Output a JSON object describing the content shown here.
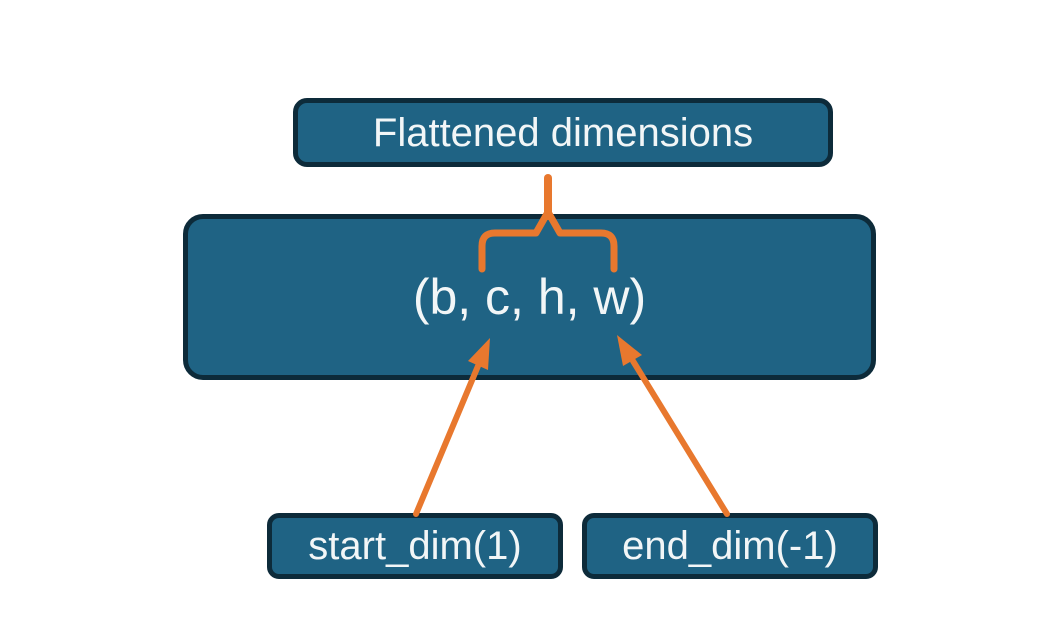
{
  "theme": {
    "background": "#FFFFFF",
    "node_fill": "#1F6384",
    "node_border": "#0D2B3A",
    "text_color": "#F2F6F7",
    "connector_color": "#E8782E"
  },
  "nodes": {
    "flattened": {
      "label": "Flattened dimensions"
    },
    "shape": {
      "label": "(b, c, h, w)"
    },
    "start_dim": {
      "label": "start_dim(1)"
    },
    "end_dim": {
      "label": "end_dim(-1)"
    }
  },
  "connectors": {
    "brace": "overbrace-icon",
    "stem": "brace-stem-icon",
    "arrow_left": "start-dim-arrow-icon",
    "arrow_right": "end-dim-arrow-icon"
  }
}
